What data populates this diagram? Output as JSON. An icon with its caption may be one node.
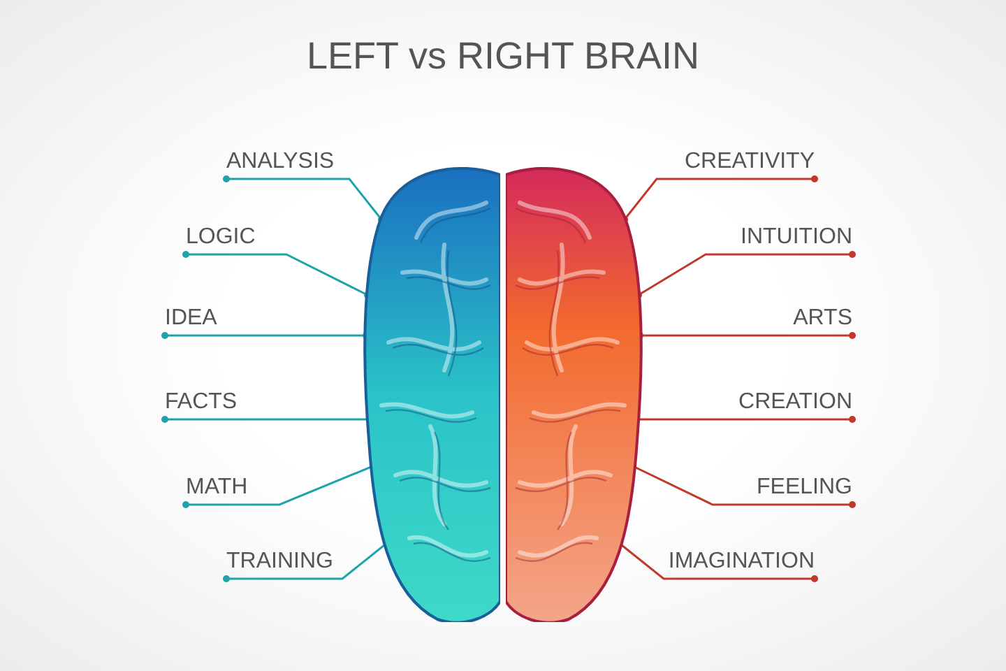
{
  "diagram": {
    "title": "LEFT vs RIGHT BRAIN",
    "nodes": [
      {
        "text": [],
        "shape": "picture"
      },
      {
        "text": [],
        "shape": "picture"
      },
      {
        "text": [
          "ANALYSIS"
        ]
      },
      {
        "text": [
          "LOGIC"
        ]
      },
      {
        "text": [
          "IDEA"
        ]
      },
      {
        "text": [
          "FACTS"
        ]
      },
      {
        "text": [
          "MATH"
        ]
      },
      {
        "text": [
          "TRAINING"
        ]
      },
      {
        "text": [
          "CREATIVITY"
        ]
      },
      {
        "text": [
          "INTUITION"
        ]
      },
      {
        "text": [
          "ARTS"
        ]
      },
      {
        "text": [
          "CREATION"
        ]
      },
      {
        "text": [
          "FEELING"
        ]
      },
      {
        "text": [
          "IMAGINATION"
        ]
      }
    ],
    "edges": [
      {
        "from": 2,
        "to": 0,
        "arrow": "other",
        "color": "#1fa3a8"
      },
      {
        "from": 3,
        "to": 0,
        "arrow": "other",
        "color": "#1fa3a8"
      },
      {
        "from": 4,
        "to": 0,
        "arrow": "other",
        "color": "#1fa3a8"
      },
      {
        "from": 5,
        "to": 0,
        "arrow": "other",
        "color": "#1fa3a8"
      },
      {
        "from": 6,
        "to": 0,
        "arrow": "other",
        "color": "#1fa3a8"
      },
      {
        "from": 7,
        "to": 0,
        "arrow": "other",
        "color": "#1fa3a8"
      },
      {
        "from": 8,
        "to": 1,
        "arrow": "other",
        "color": "#c0392b"
      },
      {
        "from": 9,
        "to": 1,
        "arrow": "other",
        "color": "#c0392b"
      },
      {
        "from": 10,
        "to": 1,
        "arrow": "other",
        "color": "#c0392b"
      },
      {
        "from": 11,
        "to": 1,
        "arrow": "other",
        "color": "#c0392b"
      },
      {
        "from": 12,
        "to": 1,
        "arrow": "other",
        "color": "#c0392b"
      },
      {
        "from": 13,
        "to": 1,
        "arrow": "other",
        "color": "#c0392b"
      }
    ]
  }
}
